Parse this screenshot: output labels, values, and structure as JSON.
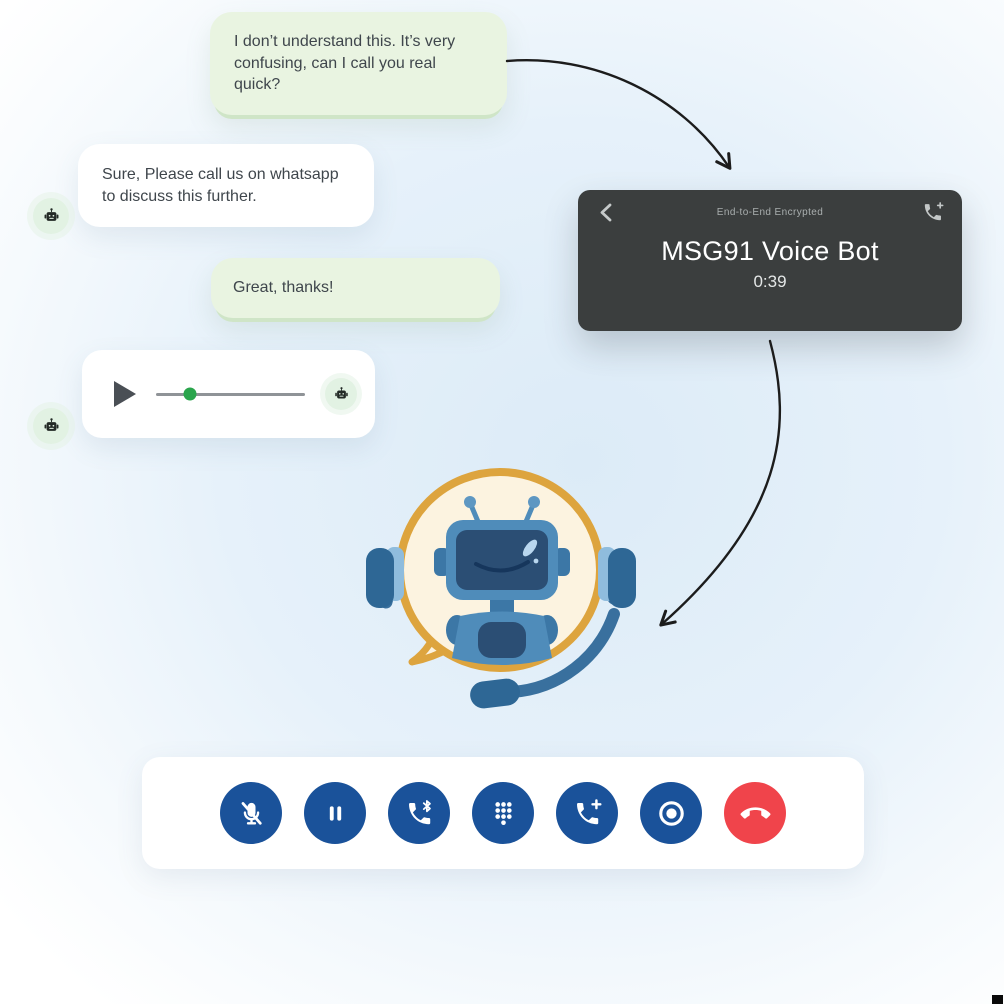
{
  "chat": {
    "message1": {
      "sender": "customer",
      "text": "I don’t understand this. It’s very confusing, can I call you real quick?"
    },
    "message2": {
      "sender": "voice-bot",
      "text": "Sure, Please call us on whatsapp to discuss this further."
    },
    "message3": {
      "sender": "customer",
      "text": "Great, thanks!"
    },
    "audio_message": {
      "sender": "voice-bot",
      "progress_percent": 23,
      "play_icon": "play-icon",
      "knob_color": "#2AA54C",
      "track_color": "#8F9397",
      "bot_avatar_icon": "robot-icon"
    },
    "bubble_green": "#E9F4E1",
    "bubble_white": "#FFFFFF",
    "avatar_green": "#E2F2E3"
  },
  "call_screen": {
    "encryption_label": "End-to-End Encrypted",
    "title": "MSG91 Voice Bot",
    "timer": "0:39",
    "bg_color": "#3B3E3E",
    "back_icon": "chevron-left-icon",
    "add_call_icon": "phone-add-icon"
  },
  "call_controls": {
    "buttons": [
      {
        "name": "mute",
        "icon": "mic-off-icon",
        "color": "#1A529A"
      },
      {
        "name": "hold",
        "icon": "pause-icon",
        "color": "#1A529A"
      },
      {
        "name": "bluetooth-audio",
        "icon": "phone-bluetooth-icon",
        "color": "#1A529A"
      },
      {
        "name": "keypad",
        "icon": "dialpad-icon",
        "color": "#1A529A"
      },
      {
        "name": "add-call",
        "icon": "phone-add-icon",
        "color": "#1A529A"
      },
      {
        "name": "record",
        "icon": "record-icon",
        "color": "#1A529A"
      },
      {
        "name": "end-call",
        "icon": "end-call-icon",
        "color": "#F0444B"
      }
    ]
  },
  "illustration": {
    "name": "voice-bot-with-headset",
    "speech_bubble_fill": "#FCF3E0",
    "speech_bubble_border": "#DDA43E",
    "robot_blue": "#4F8CBA",
    "headset_blue": "#39709E"
  }
}
